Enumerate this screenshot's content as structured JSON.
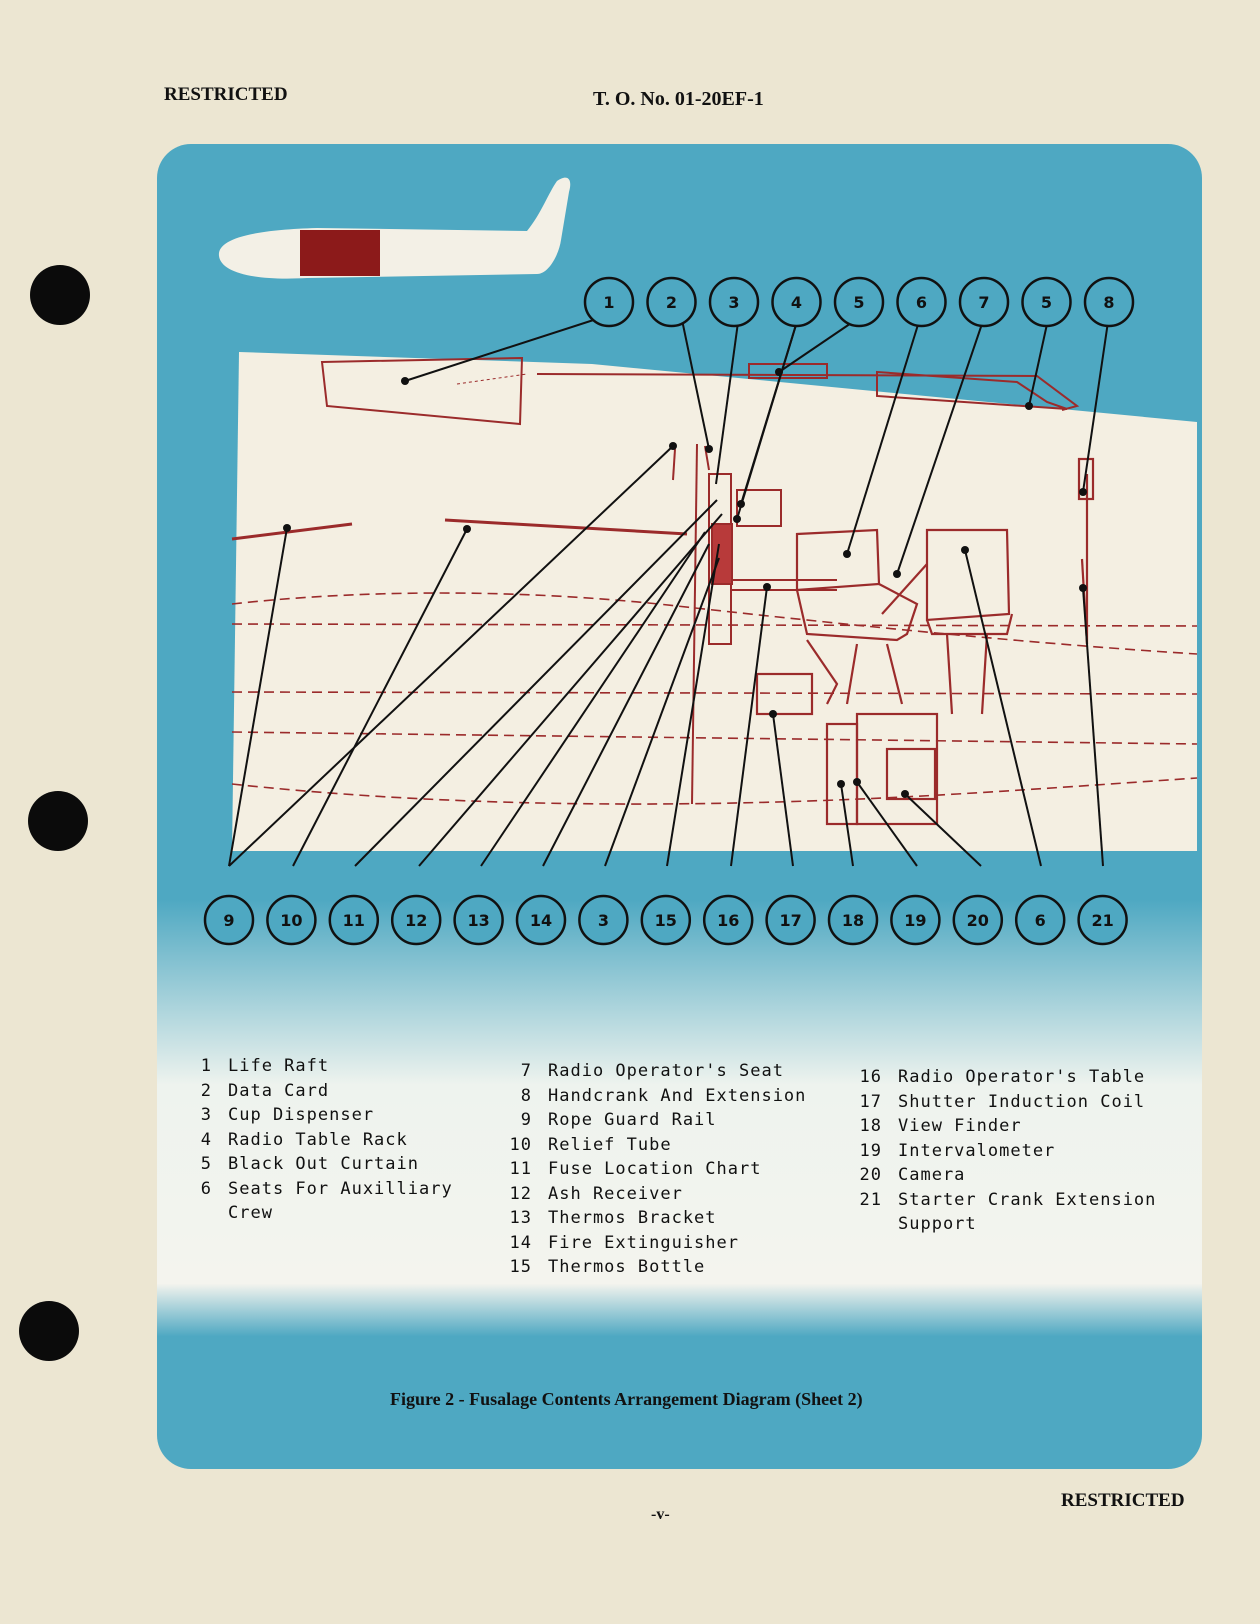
{
  "header": {
    "left": "RESTRICTED",
    "center": "T. O. No. 01-20EF-1"
  },
  "footer": {
    "page": "-v-",
    "right": "RESTRICTED"
  },
  "figure": {
    "caption": "Figure 2 - Fusalage Contents Arrangement Diagram (Sheet 2)",
    "top_callouts": [
      "1",
      "2",
      "3",
      "4",
      "5",
      "6",
      "7",
      "5",
      "8"
    ],
    "bottom_callouts": [
      "9",
      "10",
      "11",
      "12",
      "13",
      "14",
      "3",
      "15",
      "16",
      "17",
      "18",
      "19",
      "20",
      "6",
      "21"
    ]
  },
  "legend": {
    "col1": [
      {
        "num": "1",
        "label": "Life Raft"
      },
      {
        "num": "2",
        "label": "Data Card"
      },
      {
        "num": "3",
        "label": "Cup Dispenser"
      },
      {
        "num": "4",
        "label": "Radio Table Rack"
      },
      {
        "num": "5",
        "label": "Black Out Curtain"
      },
      {
        "num": "6",
        "label": "Seats For Auxilliary"
      },
      {
        "num": "",
        "label": "Crew"
      }
    ],
    "col2": [
      {
        "num": "7",
        "label": "Radio Operator's Seat"
      },
      {
        "num": "8",
        "label": "Handcrank And Extension"
      },
      {
        "num": "9",
        "label": "Rope Guard Rail"
      },
      {
        "num": "10",
        "label": "Relief Tube"
      },
      {
        "num": "11",
        "label": "Fuse Location Chart"
      },
      {
        "num": "12",
        "label": "Ash Receiver"
      },
      {
        "num": "13",
        "label": "Thermos Bracket"
      },
      {
        "num": "14",
        "label": "Fire Extinguisher"
      },
      {
        "num": "15",
        "label": "Thermos Bottle"
      }
    ],
    "col3": [
      {
        "num": "16",
        "label": "Radio Operator's Table"
      },
      {
        "num": "17",
        "label": "Shutter Induction Coil"
      },
      {
        "num": "18",
        "label": "View Finder"
      },
      {
        "num": "19",
        "label": "Intervalometer"
      },
      {
        "num": "20",
        "label": "Camera"
      },
      {
        "num": "21",
        "label": "Starter Crank Extension"
      },
      {
        "num": "",
        "label": "Support"
      }
    ]
  }
}
